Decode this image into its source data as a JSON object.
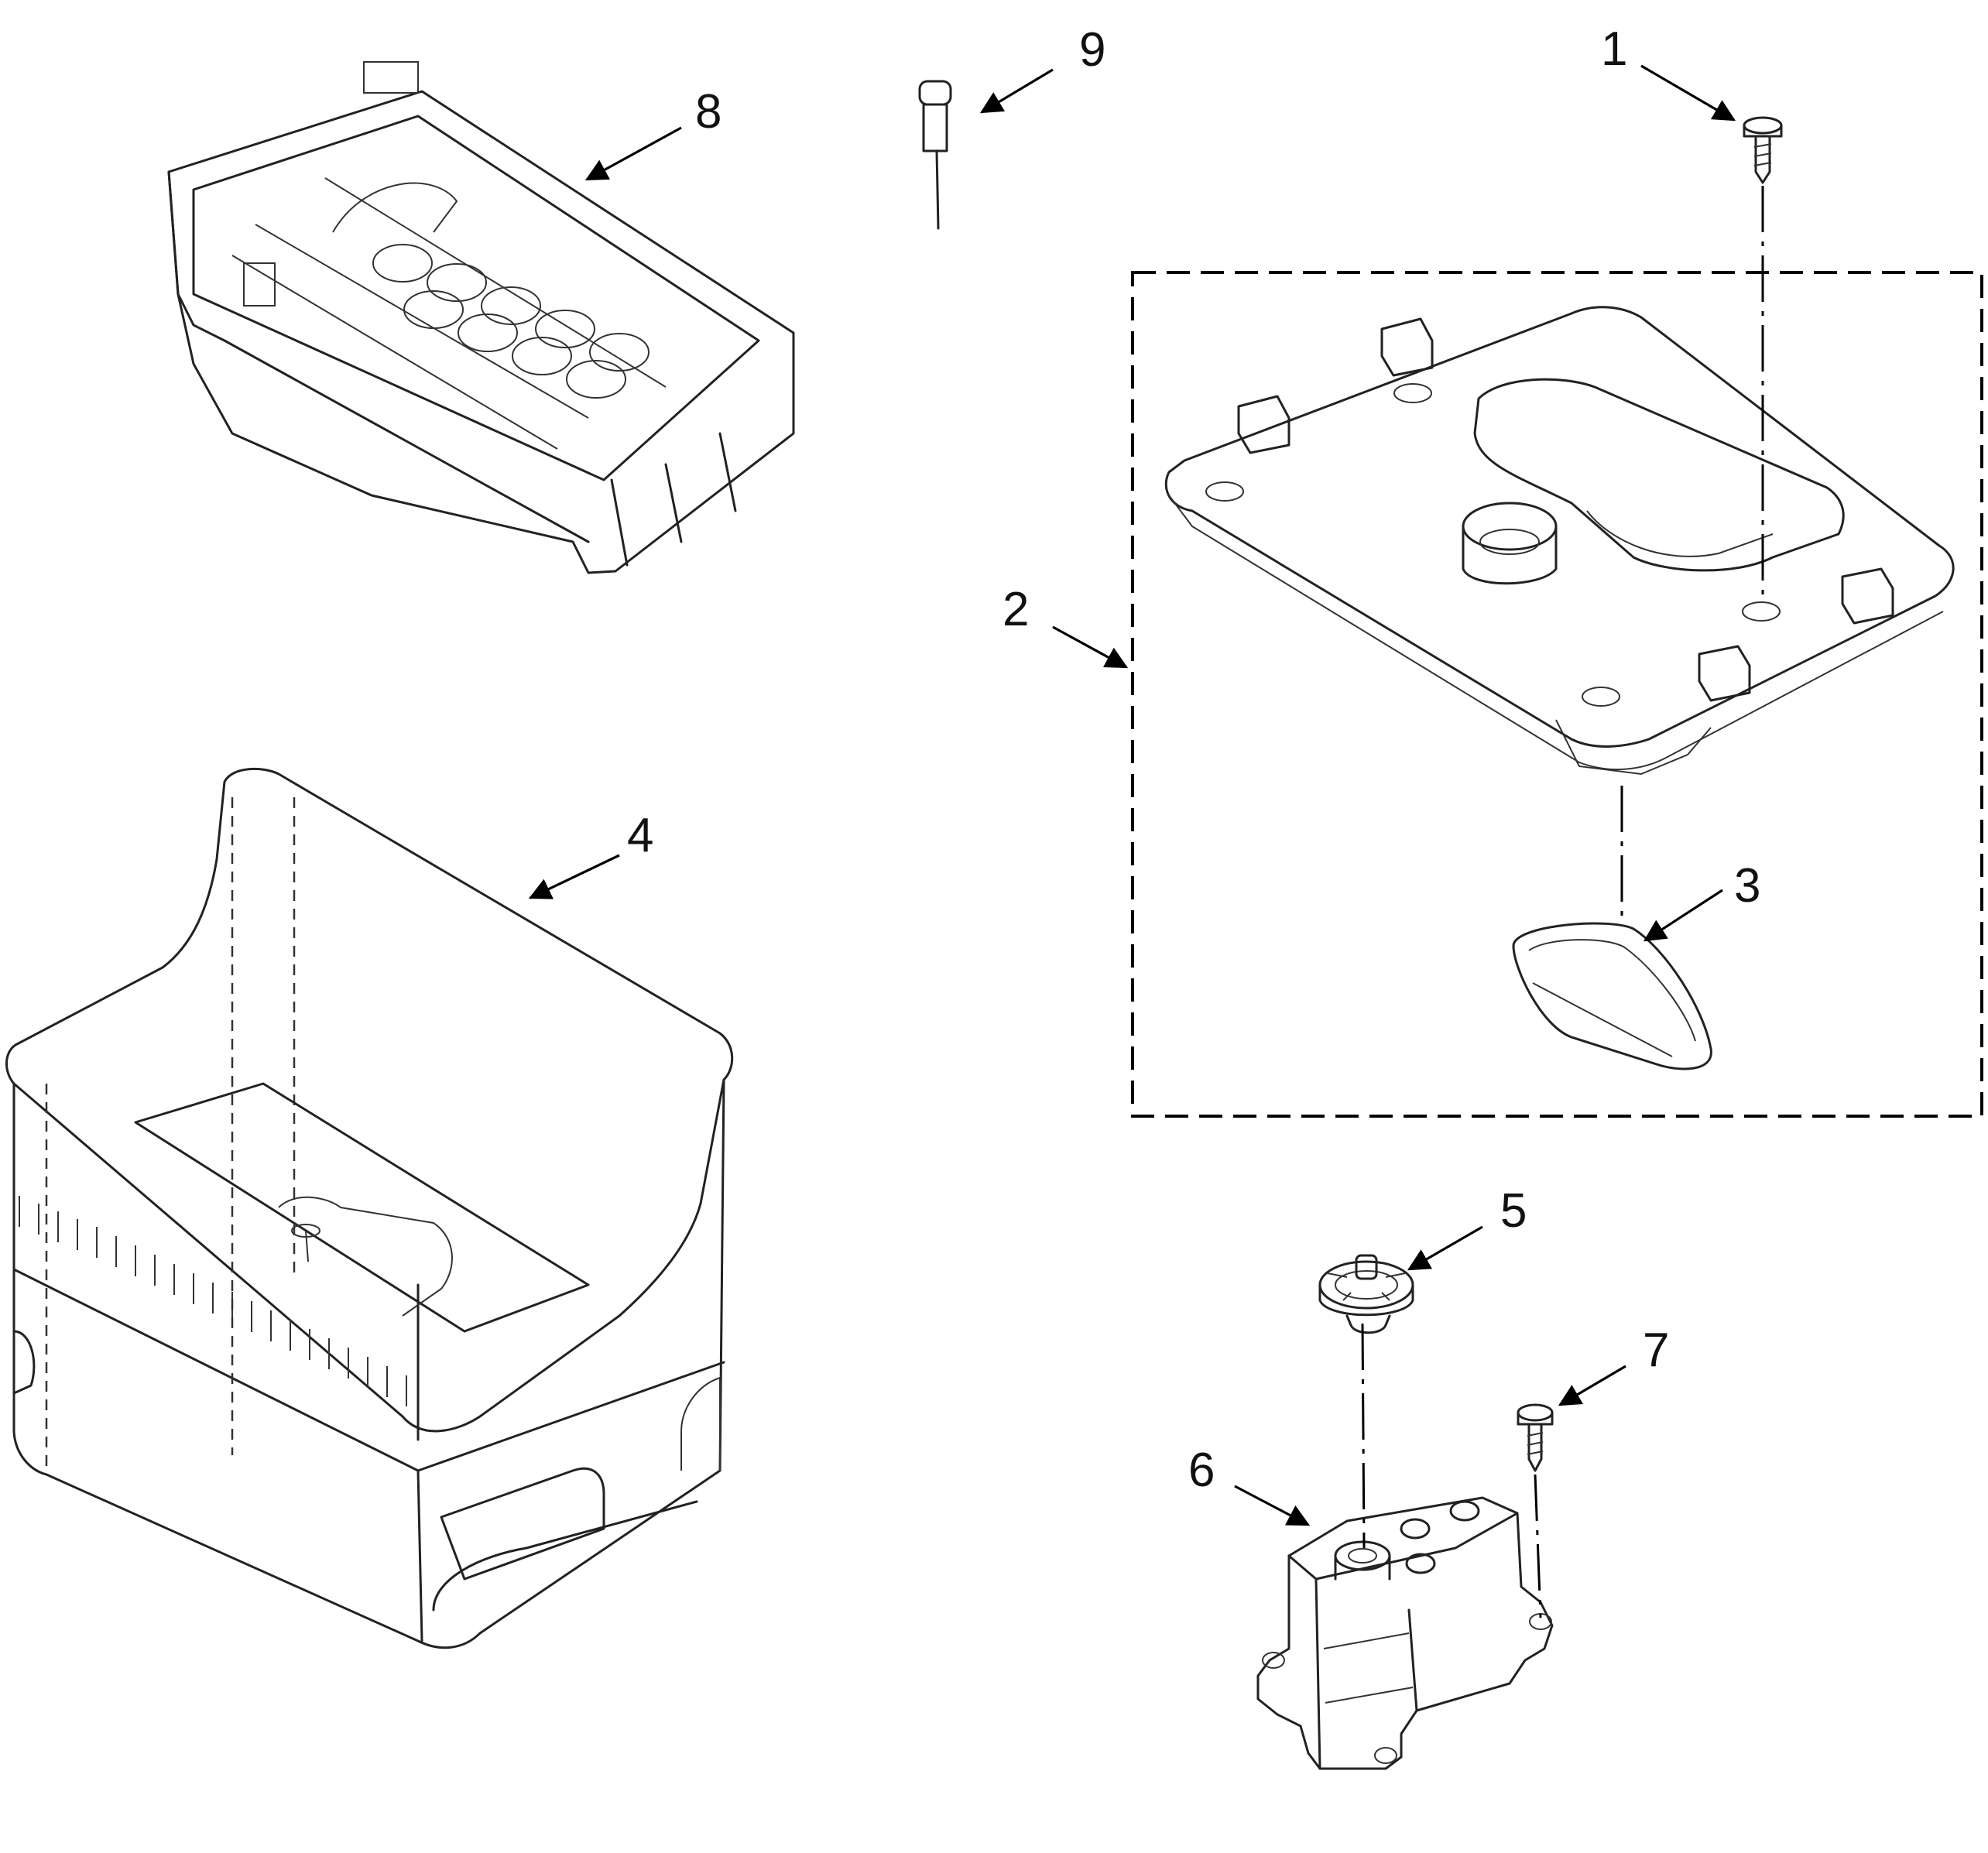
{
  "callouts": {
    "c1": "1",
    "c2": "2",
    "c3": "3",
    "c4": "4",
    "c5": "5",
    "c6": "6",
    "c7": "7",
    "c8": "8",
    "c9": "9"
  },
  "colors": {
    "line": "#222222",
    "background": "#ffffff"
  }
}
